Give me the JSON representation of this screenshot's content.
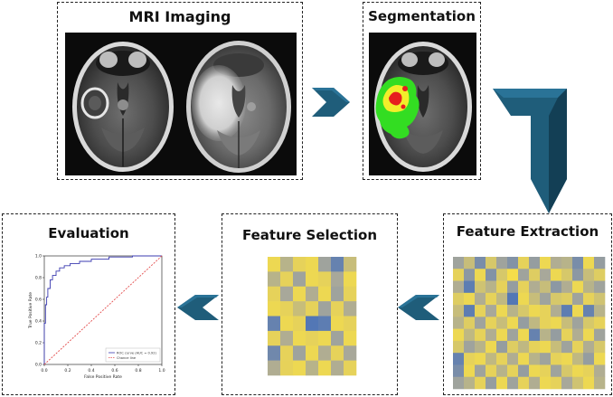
{
  "panels": {
    "mri": {
      "title": "MRI Imaging"
    },
    "segmentation": {
      "title": "Segmentation"
    },
    "feature_extraction": {
      "title": "Feature Extraction"
    },
    "feature_selection": {
      "title": "Feature Selection"
    },
    "evaluation": {
      "title": "Evaluation"
    }
  },
  "colors": {
    "arrow": "#1f5d7a",
    "arrow_dark": "#133f55",
    "heat_yellow": "#f5dd4a",
    "heat_blue": "#4a72b8",
    "heat_gray": "#a8a89a",
    "roc_curve": "#3b3bb0",
    "chance_line": "#e34a4a",
    "seg_green": "#33dd22",
    "seg_yellow": "#f2ee2a",
    "seg_red": "#e61e1e"
  },
  "feature_extraction_grid": [
    [
      0.55,
      0.3,
      0.75,
      0.2,
      0.55,
      0.7,
      0.1,
      0.6,
      0.05,
      0.45,
      0.4,
      0.75,
      0.05,
      0.6
    ],
    [
      0.1,
      0.65,
      0.05,
      0.7,
      0.2,
      0.0,
      0.55,
      0.15,
      0.5,
      0.05,
      0.2,
      0.65,
      0.3,
      0.15
    ],
    [
      0.45,
      0.9,
      0.25,
      0.4,
      0.1,
      0.6,
      0.1,
      0.45,
      0.3,
      0.65,
      0.45,
      0.05,
      0.4,
      0.55
    ],
    [
      0.15,
      0.05,
      0.45,
      0.1,
      0.35,
      0.95,
      0.05,
      0.3,
      0.55,
      0.2,
      0.15,
      0.55,
      0.1,
      0.25
    ],
    [
      0.3,
      0.9,
      0.1,
      0.5,
      0.05,
      0.4,
      0.2,
      0.05,
      0.1,
      0.45,
      0.9,
      0.05,
      0.85,
      0.4
    ],
    [
      0.4,
      0.15,
      0.55,
      0.1,
      0.3,
      0.05,
      0.6,
      0.35,
      0.1,
      0.05,
      0.3,
      0.55,
      0.2,
      0.1
    ],
    [
      0.05,
      0.35,
      0.1,
      0.45,
      0.05,
      0.55,
      0.05,
      0.85,
      0.4,
      0.6,
      0.1,
      0.45,
      0.05,
      0.55
    ],
    [
      0.2,
      0.55,
      0.4,
      0.05,
      0.6,
      0.15,
      0.35,
      0.1,
      0.05,
      0.3,
      0.55,
      0.1,
      0.45,
      0.2
    ],
    [
      0.85,
      0.1,
      0.05,
      0.35,
      0.1,
      0.45,
      0.05,
      0.4,
      0.55,
      0.1,
      0.05,
      0.35,
      0.6,
      0.05
    ],
    [
      0.75,
      0.05,
      0.55,
      0.1,
      0.4,
      0.1,
      0.6,
      0.05,
      0.1,
      0.55,
      0.2,
      0.05,
      0.1,
      0.45
    ],
    [
      0.55,
      0.4,
      0.1,
      0.6,
      0.05,
      0.55,
      0.1,
      0.45,
      0.05,
      0.1,
      0.5,
      0.25,
      0.05,
      0.4
    ]
  ],
  "feature_selection_grid": [
    [
      0.05,
      0.4,
      0.1,
      0.05,
      0.55,
      0.85,
      0.3
    ],
    [
      0.4,
      0.1,
      0.55,
      0.05,
      0.1,
      0.5,
      0.05
    ],
    [
      0.1,
      0.5,
      0.05,
      0.45,
      0.05,
      0.55,
      0.1
    ],
    [
      0.05,
      0.1,
      0.3,
      0.1,
      0.55,
      0.1,
      0.45
    ],
    [
      0.85,
      0.05,
      0.1,
      0.95,
      0.9,
      0.05,
      0.1
    ],
    [
      0.1,
      0.45,
      0.05,
      0.1,
      0.05,
      0.55,
      0.05
    ],
    [
      0.8,
      0.1,
      0.55,
      0.05,
      0.45,
      0.1,
      0.5
    ],
    [
      0.45,
      0.1,
      0.05,
      0.4,
      0.05,
      0.45,
      0.1
    ]
  ],
  "chart_data": {
    "type": "line",
    "title": "",
    "xlabel": "False Positive Rate",
    "ylabel": "True Positive Rate",
    "xlim": [
      0,
      1
    ],
    "ylim": [
      0,
      1
    ],
    "xticks": [
      "0.0",
      "0.2",
      "0.4",
      "0.6",
      "0.8",
      "1.0"
    ],
    "yticks": [
      "0.0",
      "0.2",
      "0.4",
      "0.6",
      "0.8",
      "1.0"
    ],
    "legend_position": "bottom-right",
    "series": [
      {
        "name": "ROC curve (AUC = 0.92)",
        "x": [
          0,
          0,
          0.01,
          0.01,
          0.02,
          0.02,
          0.03,
          0.03,
          0.05,
          0.05,
          0.07,
          0.07,
          0.1,
          0.1,
          0.13,
          0.13,
          0.17,
          0.17,
          0.22,
          0.22,
          0.3,
          0.3,
          0.4,
          0.4,
          0.55,
          0.55,
          0.75,
          0.75,
          1.0
        ],
        "y": [
          0,
          0.38,
          0.38,
          0.55,
          0.55,
          0.62,
          0.62,
          0.7,
          0.7,
          0.78,
          0.78,
          0.82,
          0.82,
          0.86,
          0.86,
          0.89,
          0.89,
          0.91,
          0.91,
          0.93,
          0.93,
          0.95,
          0.95,
          0.97,
          0.97,
          0.99,
          0.99,
          1.0,
          1.0
        ]
      },
      {
        "name": "Chance line",
        "x": [
          0,
          1
        ],
        "y": [
          0,
          1
        ]
      }
    ]
  }
}
